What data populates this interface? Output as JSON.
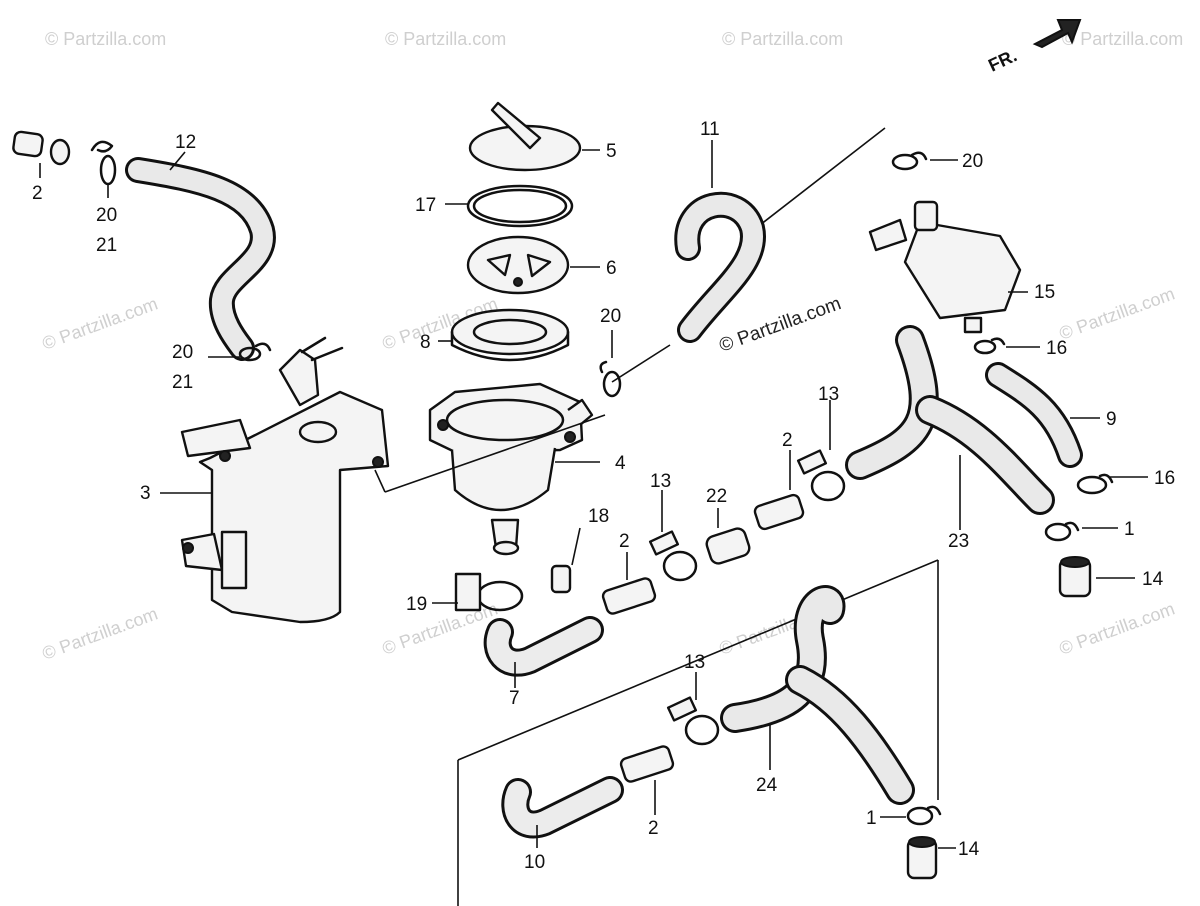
{
  "diagram": {
    "orientation_label": "FR.",
    "watermark": "© Partzilla.com",
    "watermark_center": "© Partzilla.com",
    "callouts": {
      "c1": "1",
      "c1b": "1",
      "c2a": "2",
      "c2b": "2",
      "c2c": "2",
      "c2d": "2",
      "c3": "3",
      "c4": "4",
      "c5": "5",
      "c6": "6",
      "c7": "7",
      "c8": "8",
      "c9": "9",
      "c10": "10",
      "c11": "11",
      "c12": "12",
      "c13a": "13",
      "c13b": "13",
      "c13c": "13",
      "c14a": "14",
      "c14b": "14",
      "c15": "15",
      "c16a": "16",
      "c16b": "16",
      "c17": "17",
      "c18": "18",
      "c19": "19",
      "c20a": "20",
      "c20b": "20",
      "c20c": "20",
      "c20d": "20",
      "c21a": "21",
      "c21b": "21",
      "c22": "22",
      "c23": "23",
      "c24": "24"
    }
  }
}
